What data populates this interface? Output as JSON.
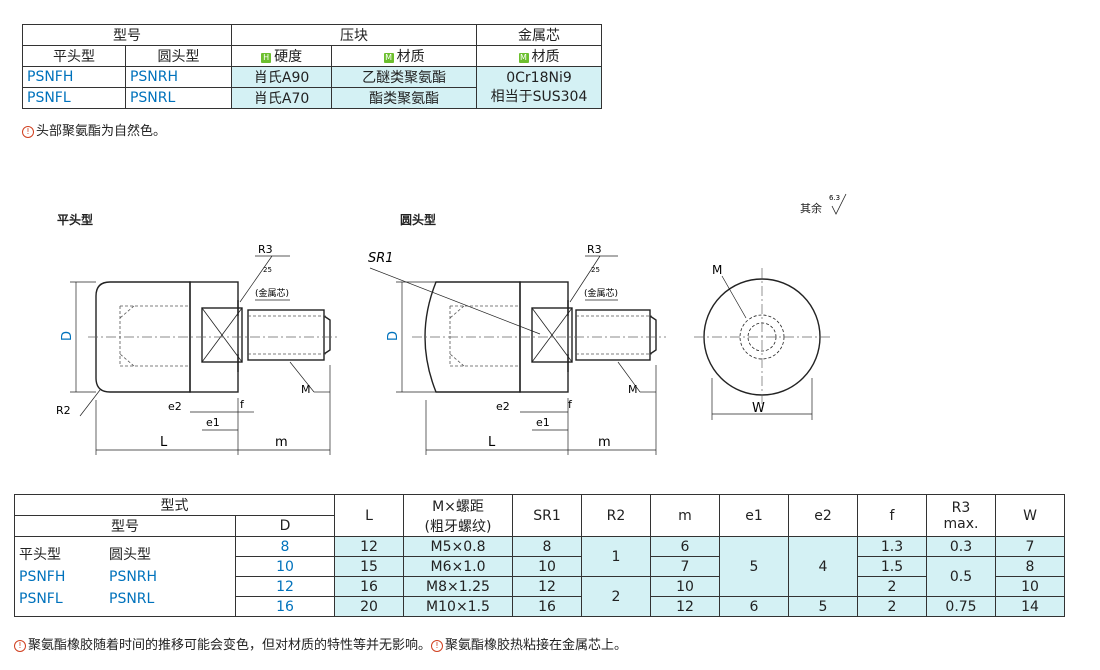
{
  "spec_table": {
    "header1": {
      "model": "型号",
      "press_block": "压块",
      "metal_core": "金属芯"
    },
    "header2": {
      "flat": "平头型",
      "round": "圆头型",
      "hardness_badge": "H",
      "hardness": "硬度",
      "material_badge": "M",
      "material": "材质",
      "core_badge": "M",
      "core_material": "材质"
    },
    "rows": [
      {
        "flat": "PSNFH",
        "round": "PSNRH",
        "hardness": "肖氏A90",
        "material": "乙醚类聚氨酯"
      },
      {
        "flat": "PSNFL",
        "round": "PSNRL",
        "hardness": "肖氏A70",
        "material": "酯类聚氨酯"
      }
    ],
    "core_value_1": "0Cr18Ni9",
    "core_value_2": "相当于SUS304",
    "note": "头部聚氨酯为自然色。"
  },
  "drawings": {
    "flat_title": "平头型",
    "round_title": "圆头型",
    "roughness_note": "其余",
    "roughness_value": "6.3",
    "labels": {
      "R3": "R3",
      "R2": "R2",
      "SR1": "SR1",
      "D": "D",
      "L": "L",
      "m": "m",
      "M": "M",
      "W": "W",
      "e1": "e1",
      "e2": "e2",
      "f": "f",
      "r25": "25",
      "r63": "6.3",
      "metal_core": "(金属芯)"
    }
  },
  "dim_table": {
    "headers": {
      "type": "型式",
      "model": "型号",
      "D": "D",
      "L": "L",
      "M_pitch": "M×螺距",
      "M_pitch_sub": "(粗牙螺纹)",
      "SR1": "SR1",
      "R2": "R2",
      "m": "m",
      "e1": "e1",
      "e2": "e2",
      "f": "f",
      "R3": "R3",
      "R3_sub": "max.",
      "W": "W"
    },
    "type_labels": {
      "flat": "平头型",
      "round": "圆头型",
      "flat_h": "PSNFH",
      "round_h": "PSNRH",
      "flat_l": "PSNFL",
      "round_l": "PSNRL"
    },
    "rows": [
      {
        "D": "8",
        "L": "12",
        "M": "M5×0.8",
        "SR1": "8",
        "m": "6",
        "f": "1.3",
        "R3": "0.3",
        "W": "7"
      },
      {
        "D": "10",
        "L": "15",
        "M": "M6×1.0",
        "SR1": "10",
        "m": "7",
        "f": "1.5",
        "W": "8"
      },
      {
        "D": "12",
        "L": "16",
        "M": "M8×1.25",
        "SR1": "12",
        "m": "10",
        "f": "2",
        "W": "10"
      },
      {
        "D": "16",
        "L": "20",
        "M": "M10×1.5",
        "SR1": "16",
        "m": "12",
        "e1": "6",
        "e2": "5",
        "f": "2",
        "R3": "0.75",
        "W": "14"
      }
    ],
    "merged": {
      "R2_a": "1",
      "R2_b": "2",
      "e1_a": "5",
      "e2_a": "4",
      "R3_b": "0.5"
    }
  },
  "footer": {
    "note1": "聚氨酯橡胶随着时间的推移可能会变色，但对材质的特性等并无影响。",
    "note2": "聚氨酯橡胶热粘接在金属芯上。"
  },
  "colors": {
    "accent_blue": "#0072bc",
    "cell_cyan": "#d4f1f4",
    "badge_green": "#6cbf2e"
  }
}
